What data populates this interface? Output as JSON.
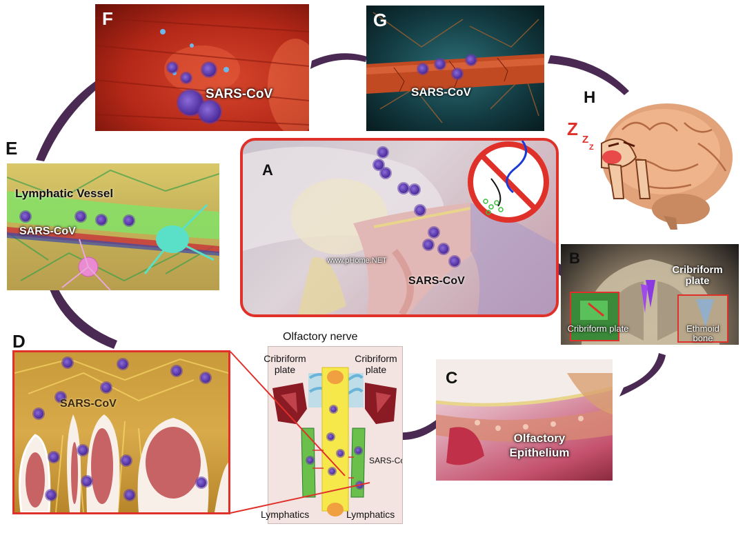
{
  "panels": {
    "A": {
      "letter": "A",
      "virus_label": "SARS-CoV",
      "watermark": "www.pHome.NET"
    },
    "B": {
      "letter": "B",
      "title": "Cribriform plate",
      "inset_left": "Cribriform plate",
      "inset_right": "Ethmoid bone"
    },
    "C": {
      "letter": "C",
      "label": "Olfactory Epithelium"
    },
    "D": {
      "letter": "D",
      "virus_label": "SARS-CoV"
    },
    "E": {
      "letter": "E",
      "vessel_label": "Lymphatic Vessel",
      "virus_label": "SARS-CoV"
    },
    "F": {
      "letter": "F",
      "virus_label": "SARS-CoV"
    },
    "G": {
      "letter": "G",
      "virus_label": "SARS-CoV"
    },
    "H": {
      "letter": "H",
      "sleep": "Z"
    }
  },
  "schematic": {
    "title": "Olfactory nerve",
    "left_plate": "Cribriform plate",
    "right_plate": "Cribriform plate",
    "virus_label": "SARS-CoV",
    "left_lymph": "Lymphatics",
    "right_lymph": "Lymphatics"
  },
  "colors": {
    "arrow": "#4a2a52",
    "frame_red": "#e0302a",
    "virus": "#4b2a9a"
  }
}
